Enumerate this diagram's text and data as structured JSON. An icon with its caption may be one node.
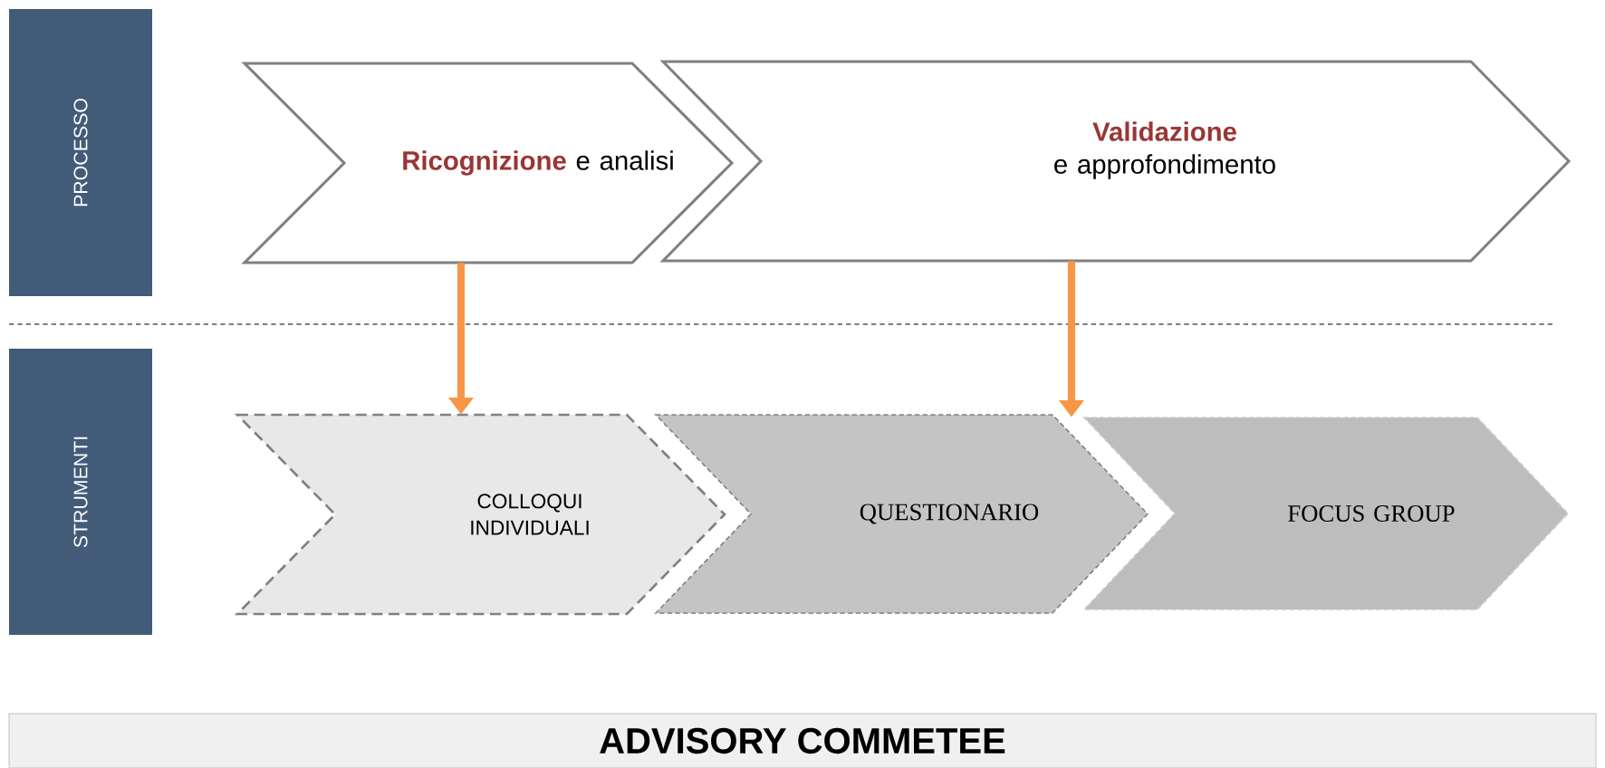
{
  "diagram": {
    "nodes": [
      {
        "text": [
          "PROCESSO"
        ]
      },
      {
        "text": [
          "STRUMENTI"
        ]
      },
      {
        "text": [
          "Ricognizione",
          "e analisi"
        ]
      },
      {
        "text": [
          "Validazione",
          "e approfondimento"
        ]
      },
      {
        "text": [
          "COLLOQUI INDIVIDUALI"
        ]
      },
      {
        "text": [
          "QUESTIONARIO"
        ]
      },
      {
        "text": [
          "FOCUS GROUP"
        ]
      },
      {
        "text": [
          "ADVISORY COMMETEE"
        ]
      }
    ],
    "edges": [
      {
        "from": 2,
        "to": 4,
        "arrow": "to"
      },
      {
        "from": 3,
        "to": 6,
        "arrow": "to"
      }
    ]
  }
}
